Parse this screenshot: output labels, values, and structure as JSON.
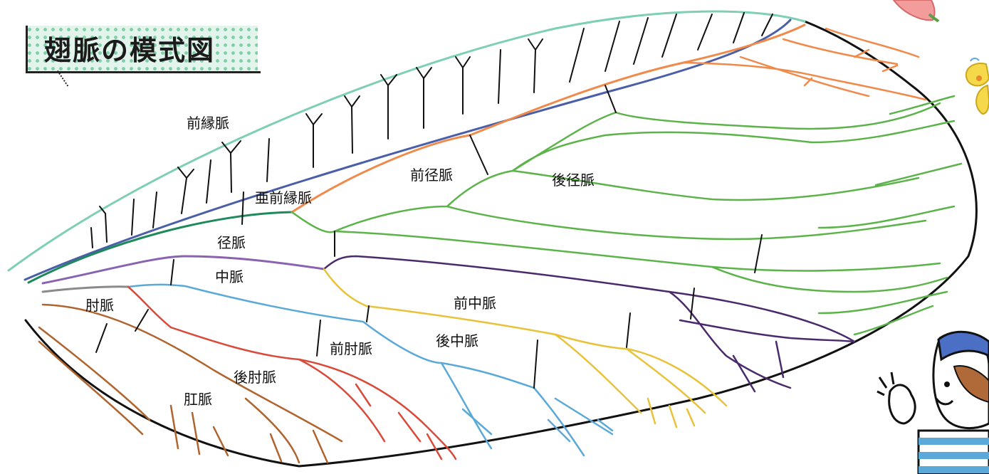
{
  "title": "翅脈の模式図",
  "labels": {
    "costa": "前縁脈",
    "subcosta": "亜前縁脈",
    "radius": "径脈",
    "radius_anterior": "前径脈",
    "radial_sector": "後径脈",
    "media": "中脈",
    "media_anterior": "前中脈",
    "media_posterior": "後中脈",
    "cubitus": "肘脈",
    "cubitus_anterior": "前肘脈",
    "cubitus_posterior": "後肘脈",
    "anal": "肛脈"
  },
  "colors": {
    "costa": "#7ecfb5",
    "subcosta": "#4a5fa8",
    "radius": "#1e8a5c",
    "radius_anterior": "#f08a4b",
    "radial_sector": "#5cb34a",
    "media": "#8a63b0",
    "media_anterior": "#4a2a6a",
    "media_posterior": "#e8c23a",
    "cubitus": "#8a8a8a",
    "cubitus_anterior": "#5aa9d8",
    "cubitus_posterior": "#d94a3a",
    "anal": "#b0642e",
    "outline": "#111111"
  }
}
